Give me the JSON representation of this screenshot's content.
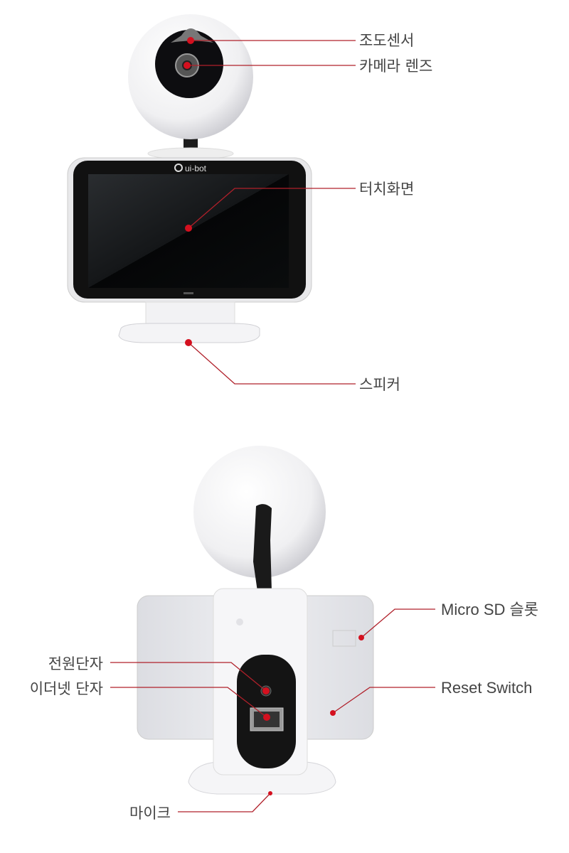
{
  "front_view": {
    "brand_logo": "ui-bot",
    "labels": {
      "light_sensor": "조도센서",
      "camera_lens": "카메라 렌즈",
      "touch_screen": "터치화면",
      "speaker": "스피커"
    }
  },
  "back_view": {
    "labels": {
      "micro_sd_slot": "Micro SD 슬롯",
      "reset_switch": "Reset Switch",
      "power_port": "전원단자",
      "ethernet_port": "이더넷 단자",
      "microphone": "마이크"
    }
  },
  "colors": {
    "leader": "#b0202a",
    "dot": "#d4101f"
  }
}
